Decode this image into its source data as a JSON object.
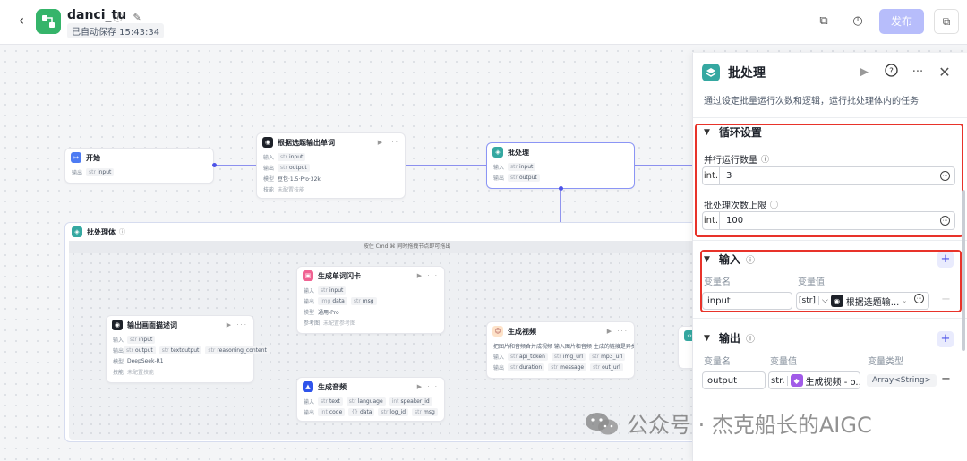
{
  "header": {
    "app_name": "danci_tu",
    "title_icons": "ⓘ ✎",
    "autosave": "已自动保存 15:43:34",
    "publish_label": "发布"
  },
  "canvas": {
    "start_node": {
      "title": "开始",
      "out_label": "输出",
      "out_var": "input"
    },
    "word_node": {
      "title": "根据选题输出单词",
      "in_label": "输入",
      "in_var": "input",
      "out_label": "输出",
      "out_var": "output",
      "model_label": "模型",
      "model_value": "豆包·1.5·Pro·32k",
      "skill_label": "技能",
      "skill_value": "未配置技能"
    },
    "batch_node": {
      "title": "批处理",
      "in_label": "输入",
      "in_var": "input",
      "out_label": "输出",
      "out_var": "output"
    },
    "loop_body": {
      "title": "批处理体",
      "hint": "按住 Cmd ⌘ 同时拖拽节点即可拖出"
    },
    "desc_node": {
      "title": "输出画面描述词",
      "in_label": "输入",
      "in_var": "input",
      "out_label": "输出",
      "out_vars": [
        "output",
        "textoutput",
        "reasoning_content"
      ],
      "model_label": "模型",
      "model_value": "DeepSeek-R1",
      "skill_label": "技能",
      "skill_value": "未配置技能"
    },
    "card_node": {
      "title": "生成单词闪卡",
      "in_label": "输入",
      "in_var": "input",
      "out_label": "输出",
      "out_vars": [
        "data",
        "msg"
      ],
      "model_label": "模型",
      "model_value": "通用-Pro",
      "ref_label": "参考图",
      "ref_value": "未配置参考图"
    },
    "audio_node": {
      "title": "生成音频",
      "in_label": "输入",
      "in_vars": [
        "text",
        "language",
        "speaker_id"
      ],
      "out_label": "输出",
      "out_vars": [
        "code",
        "data",
        "log_id",
        "msg"
      ]
    },
    "video_node": {
      "title": "生成视频",
      "desc": "把图片和音频合并成视频 输入图片和音频 生成的链接是异步...",
      "in_label": "输入",
      "in_vars": [
        "api_token",
        "img_url",
        "mp3_url"
      ],
      "out_label": "输出",
      "out_vars": [
        "duration",
        "message",
        "out_url"
      ]
    }
  },
  "panel": {
    "title": "批处理",
    "description": "通过设定批量运行次数和逻辑，运行批处理体内的任务",
    "loop_section": {
      "title": "循环设置",
      "concurrency_label": "并行运行数量",
      "concurrency_type": "int.",
      "concurrency_value": "3",
      "max_label": "批处理次数上限",
      "max_type": "int.",
      "max_value": "100"
    },
    "input_section": {
      "title": "输入",
      "col_name": "变量名",
      "col_value": "变量值",
      "var_name": "input",
      "var_type": "[str]",
      "var_ref": "根据选题输..."
    },
    "output_section": {
      "title": "输出",
      "col_name": "变量名",
      "col_value": "变量值",
      "col_type": "变量类型",
      "var_name": "output",
      "var_type": "str.",
      "var_ref": "生成视频 - o...",
      "var_dtype": "Array<String>"
    }
  },
  "watermark": "公众号 · 杰克船长的AIGC",
  "colors": {
    "brand_green": "#35b46a",
    "accent_blue": "#4d53e8",
    "highlight_red": "#e8332a",
    "batch_teal": "#35a8a1"
  }
}
